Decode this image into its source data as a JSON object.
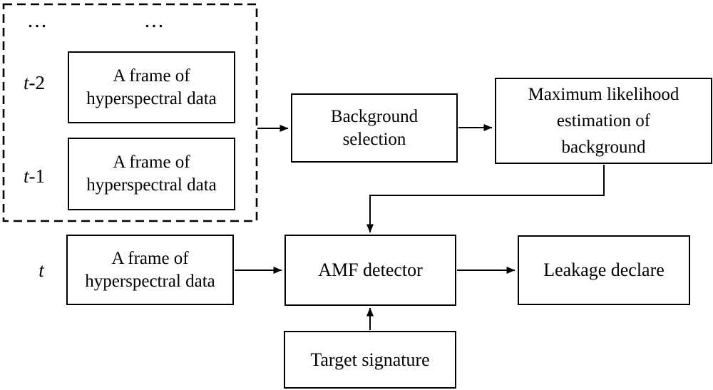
{
  "diagram": {
    "colors": {
      "line": "#000000",
      "box_border": "#000000",
      "box_fill": "#ffffff",
      "background": "#ffffff",
      "text": "#000000"
    },
    "history_group": {
      "ellipses": [
        "...",
        "..."
      ],
      "items": [
        {
          "time_label": {
            "var": "t",
            "suffix": "-2"
          },
          "box_lines": [
            "A frame of",
            "hyperspectral data"
          ]
        },
        {
          "time_label": {
            "var": "t",
            "suffix": "-1"
          },
          "box_lines": [
            "A frame of",
            "hyperspectral data"
          ]
        }
      ]
    },
    "current_frame": {
      "time_label": {
        "var": "t",
        "suffix": ""
      },
      "box_lines": [
        "A frame of",
        "hyperspectral data"
      ]
    },
    "nodes": {
      "background_selection": {
        "lines": [
          "Background",
          "selection"
        ]
      },
      "ml_estimation": {
        "lines": [
          "Maximum likelihood",
          "estimation of",
          "background"
        ]
      },
      "amf_detector": {
        "lines": [
          "AMF detector"
        ]
      },
      "leakage_declare": {
        "lines": [
          "Leakage declare"
        ]
      },
      "target_signature": {
        "lines": [
          "Target signature"
        ]
      }
    }
  }
}
